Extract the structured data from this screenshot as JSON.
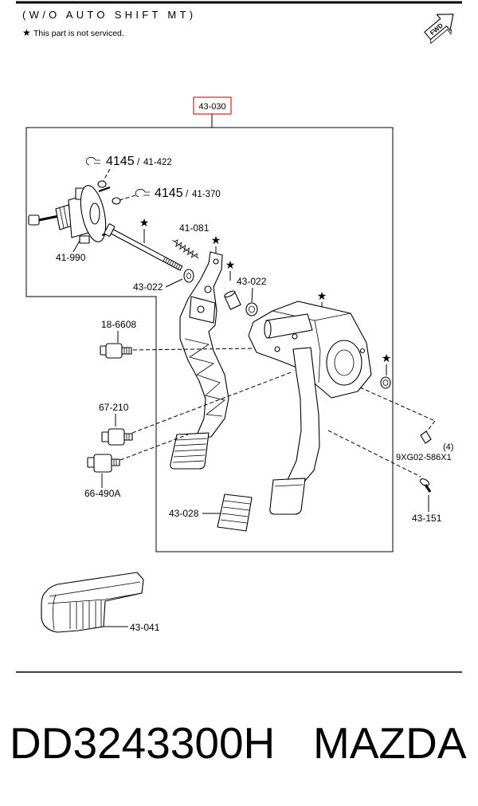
{
  "header": {
    "title": "(W/O AUTO SHIFT MT)",
    "note_symbol": "★",
    "note": "This part is not serviced.",
    "fwd_label": "FWD"
  },
  "diagram": {
    "star": "★",
    "assembly": "43-030",
    "torque_ref_1": {
      "code": "4145",
      "separator": "/",
      "part": "41-422"
    },
    "torque_ref_2": {
      "code": "4145",
      "separator": "/",
      "part": "41-370"
    },
    "parts": {
      "master_cylinder": "41-990",
      "spring": "41-081",
      "bushing_left": "43-022",
      "bushing_right": "43-022",
      "switch_top": "18-6608",
      "switch_middle": "67-210",
      "switch_bottom": "66-490A",
      "pedal_pad": "43-028",
      "clip": "9XG02-586X1",
      "clip_qty": "(4)",
      "bolt": "43-151",
      "pad_cover": "43-041"
    }
  },
  "footer": {
    "part_number": "DD3243300H",
    "brand": "MAZDA"
  },
  "colors": {
    "ink": "#000000",
    "highlight_box": "#e03030"
  }
}
